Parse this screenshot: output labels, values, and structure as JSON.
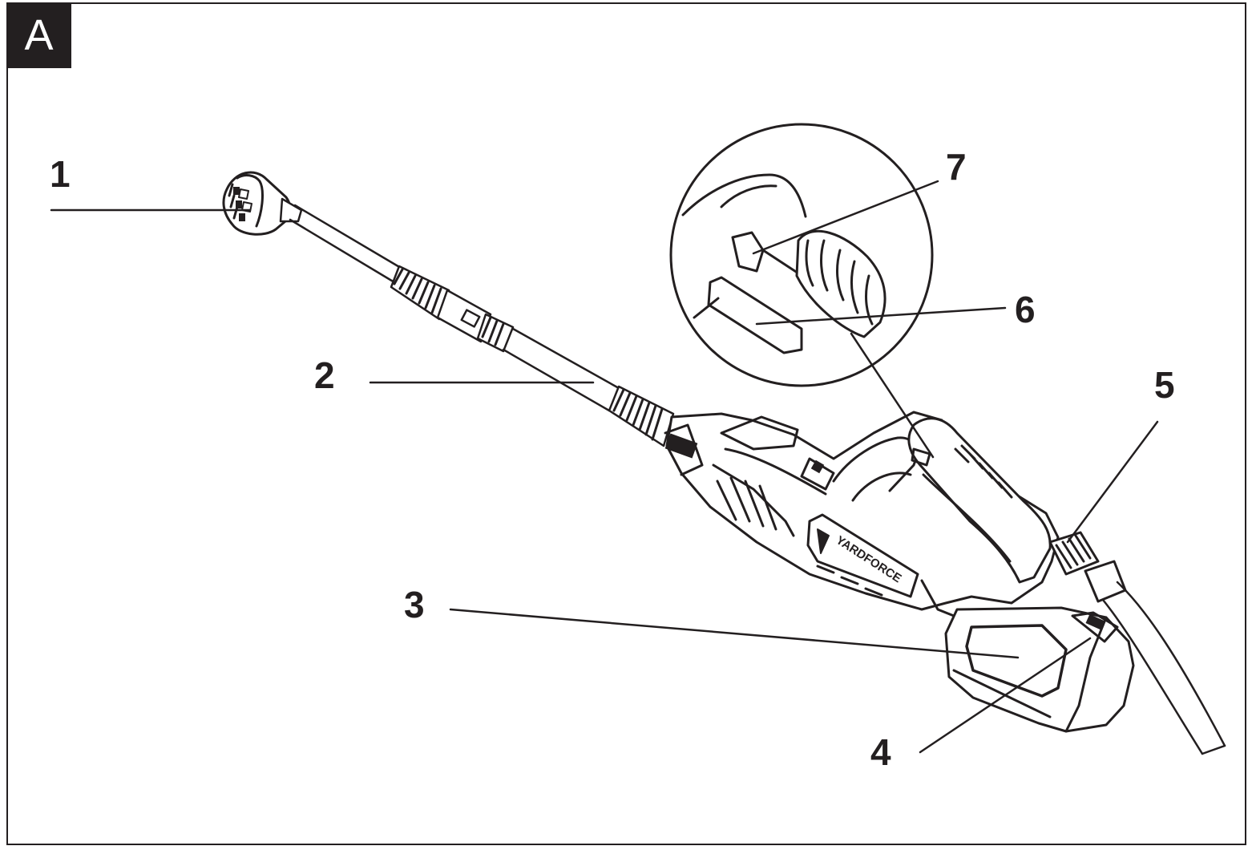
{
  "figure": {
    "label": "A",
    "colors": {
      "ink": "#231f20",
      "paper": "#ffffff"
    }
  },
  "callouts": [
    {
      "number": "1"
    },
    {
      "number": "2"
    },
    {
      "number": "3"
    },
    {
      "number": "4"
    },
    {
      "number": "5"
    },
    {
      "number": "6"
    },
    {
      "number": "7"
    }
  ],
  "product": {
    "brand_marking": "YARDFORCE"
  }
}
